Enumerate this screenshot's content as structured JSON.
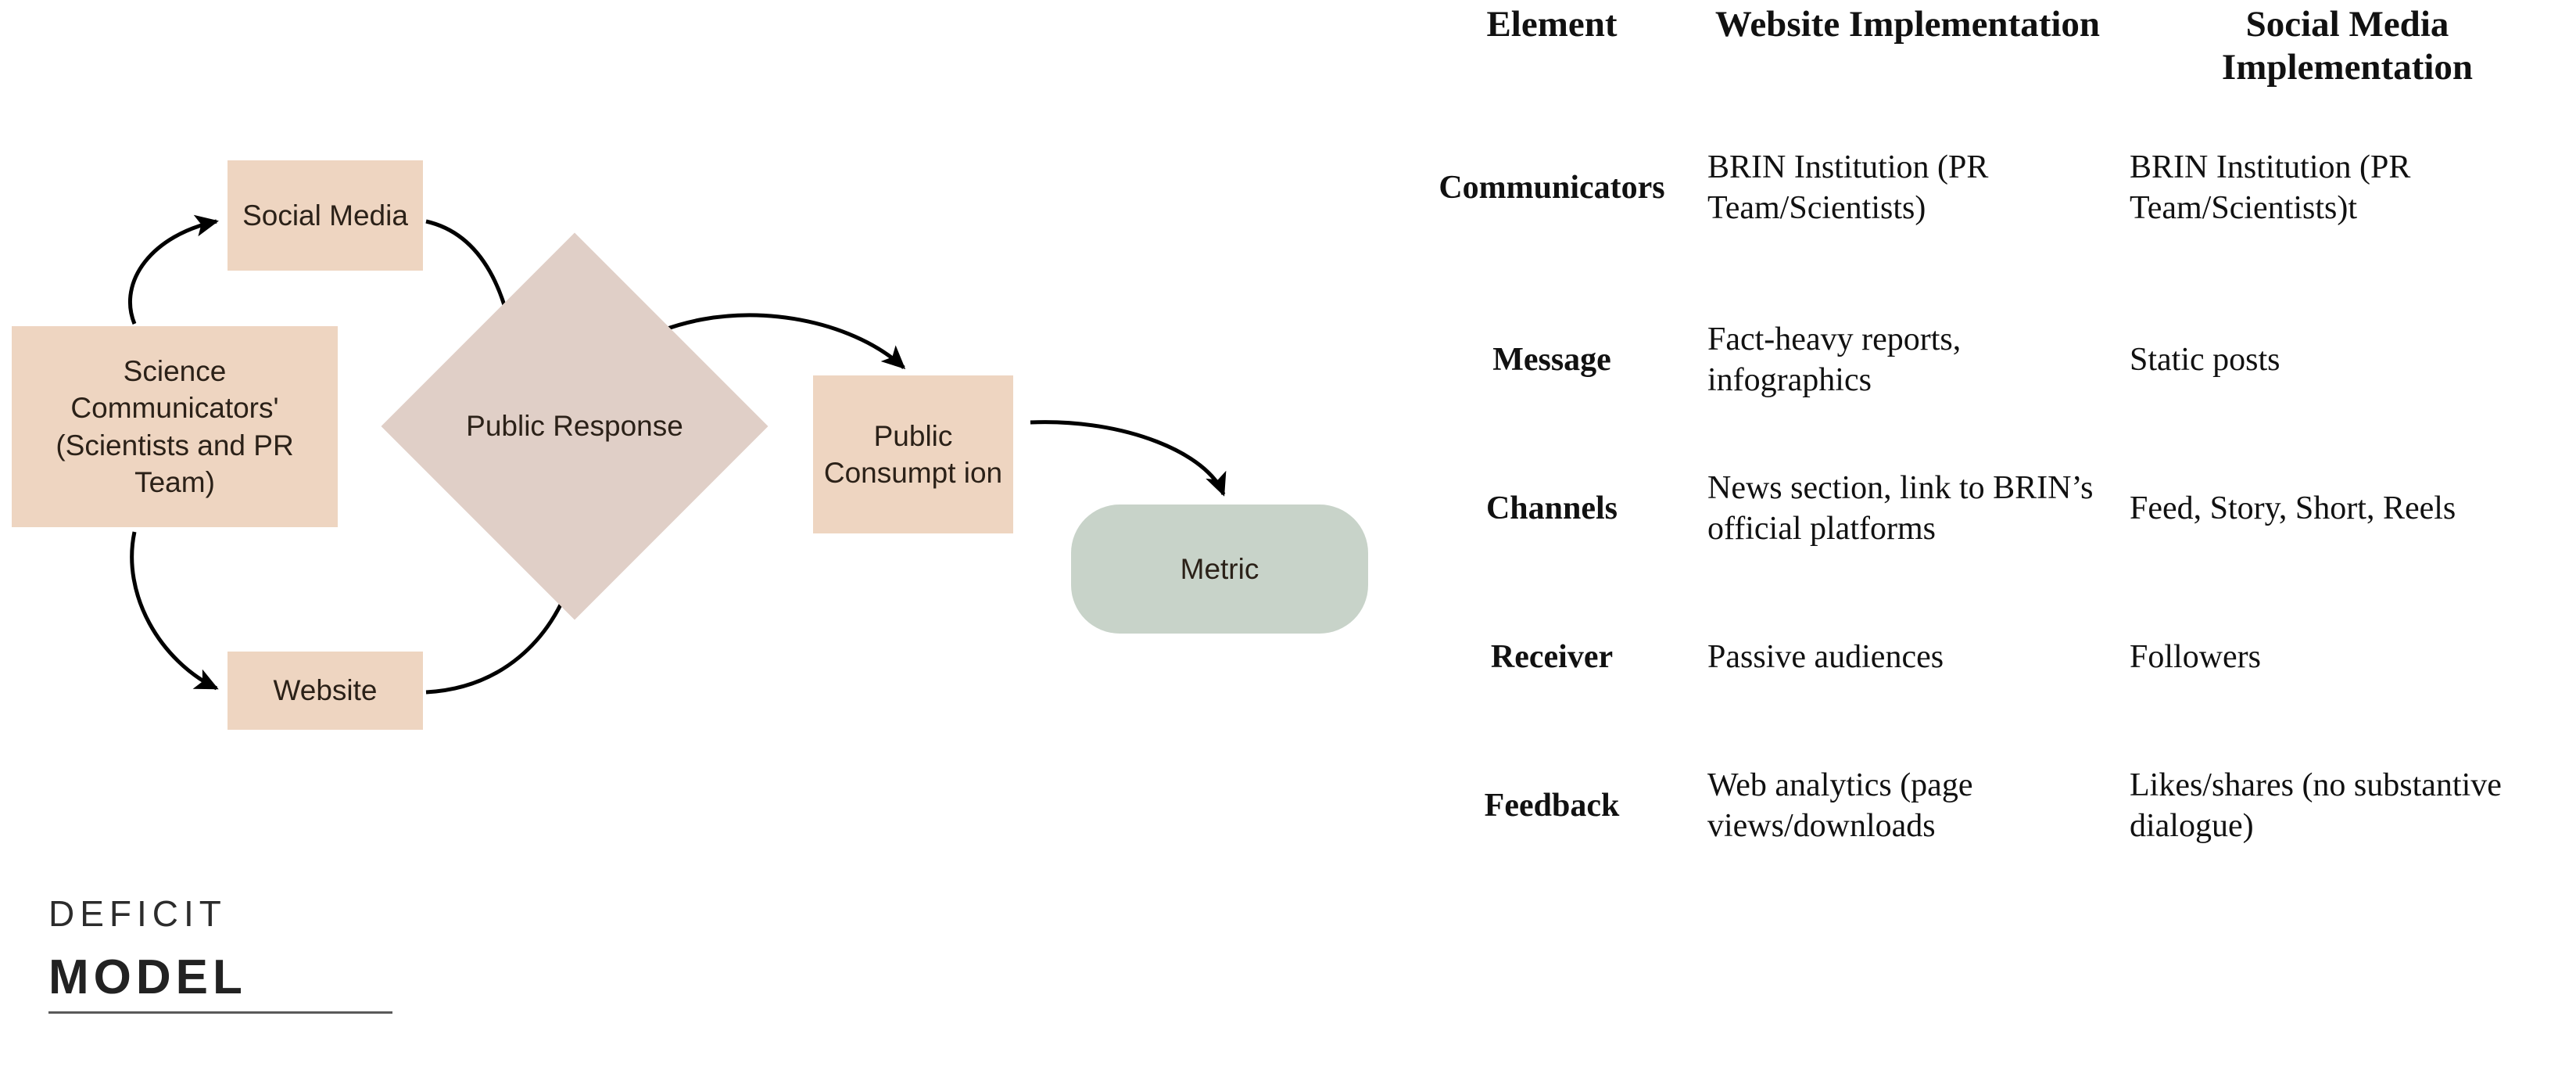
{
  "diagram": {
    "nodes": [
      {
        "id": "science-communicators",
        "label": "Science Communicators' (Scientists and PR Team)",
        "shape": "rect",
        "color": "#eed5c1"
      },
      {
        "id": "social-media",
        "label": "Social Media",
        "shape": "rect",
        "color": "#eed5c1"
      },
      {
        "id": "website",
        "label": "Website",
        "shape": "rect",
        "color": "#eed5c1"
      },
      {
        "id": "public-response",
        "label": "Public Response",
        "shape": "diamond",
        "color": "#e0cfc7"
      },
      {
        "id": "public-consumption",
        "label": "Public Consumpt ion",
        "shape": "rect",
        "color": "#eed5c1"
      },
      {
        "id": "metric",
        "label": "Metric",
        "shape": "rounded",
        "color": "#c8d3c9"
      }
    ],
    "edges": [
      {
        "from": "science-communicators",
        "to": "social-media"
      },
      {
        "from": "social-media",
        "to": "public-response"
      },
      {
        "from": "science-communicators",
        "to": "website"
      },
      {
        "from": "website",
        "to": "public-response"
      },
      {
        "from": "public-response",
        "to": "public-consumption"
      },
      {
        "from": "public-consumption",
        "to": "metric"
      }
    ],
    "arrow_color": "#000000"
  },
  "wordmark": {
    "line1": "DEFICIT",
    "line2": "MODEL"
  },
  "table": {
    "headers": [
      "Element",
      "Website Implementation",
      "Social Media Implementation"
    ],
    "rows": [
      {
        "element": "Communicators",
        "website": "BRIN Institution (PR Team/Scientists)",
        "social": "BRIN Institution (PR Team/Scientists)t"
      },
      {
        "element": "Message",
        "website": "Fact-heavy reports, infographics",
        "social": "Static posts"
      },
      {
        "element": "Channels",
        "website": "News section, link to BRIN’s official platforms",
        "social": "Feed, Story, Short, Reels"
      },
      {
        "element": "Receiver",
        "website": "Passive audiences",
        "social": "Followers"
      },
      {
        "element": "Feedback",
        "website": "Web analytics (page views/downloads",
        "social": "Likes/shares (no substantive dialogue)"
      }
    ]
  }
}
